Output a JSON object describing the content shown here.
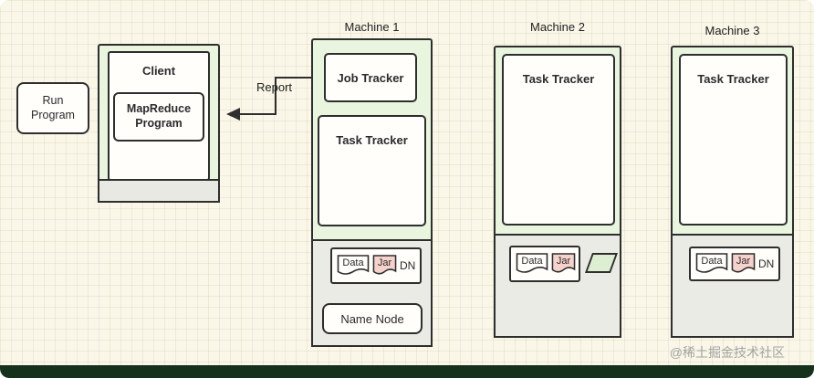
{
  "colors": {
    "background": "#faf7e9",
    "machine_fill": "#e9f5df",
    "box_fill": "#fffefb",
    "gray_section": "#ebebe6",
    "jar_fill": "#f6d2cc",
    "parallelogram_fill": "#ddeed2",
    "border": "#2e2e2e",
    "footer_bar": "#15301b",
    "watermark": "#a3a3a3"
  },
  "run_program": {
    "label": "Run Program"
  },
  "client": {
    "title": "Client",
    "program": "MapReduce Program"
  },
  "report_label": "Report",
  "machines": [
    {
      "label": "Machine 1",
      "job_tracker": "Job Tracker",
      "task_tracker": "Task Tracker",
      "data": "Data",
      "jar": "Jar",
      "dn": "DN",
      "name_node": "Name Node"
    },
    {
      "label": "Machine 2",
      "task_tracker": "Task Tracker",
      "data": "Data",
      "jar": "Jar"
    },
    {
      "label": "Machine 3",
      "task_tracker": "Task Tracker",
      "data": "Data",
      "jar": "Jar",
      "dn": "DN"
    }
  ],
  "watermark": "@稀土掘金技术社区"
}
